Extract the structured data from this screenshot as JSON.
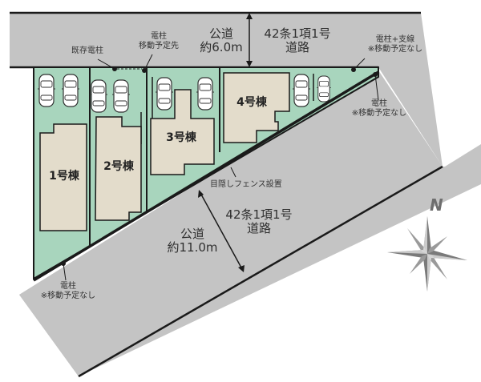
{
  "colors": {
    "road": "#c4c4c4",
    "lot": "#a8d5bd",
    "building": "#e3dccb",
    "outline": "#1a1a1a",
    "compass": "#7a7a7a"
  },
  "roads": {
    "north": {
      "type": "公道",
      "width": "約6.0m",
      "classification_line1": "42条1項1号",
      "classification_line2": "道路"
    },
    "south": {
      "type": "公道",
      "width": "約11.0m",
      "classification_line1": "42条1項1号",
      "classification_line2": "道路"
    }
  },
  "annotations": {
    "existing_pole": "既存電柱",
    "pole_relocation_line1": "電柱",
    "pole_relocation_line2": "移動予定先",
    "pole_guy_line1": "電柱+支線",
    "pole_guy_line2": "※移動予定なし",
    "pole_east_line1": "電柱",
    "pole_east_line2": "※移動予定なし",
    "pole_south_line1": "電柱",
    "pole_south_line2": "※移動予定なし",
    "fence": "目隠しフェンス設置"
  },
  "buildings": [
    {
      "label": "1号棟"
    },
    {
      "label": "2号棟"
    },
    {
      "label": "3号棟"
    },
    {
      "label": "4号棟"
    }
  ],
  "compass": {
    "label": "N"
  }
}
